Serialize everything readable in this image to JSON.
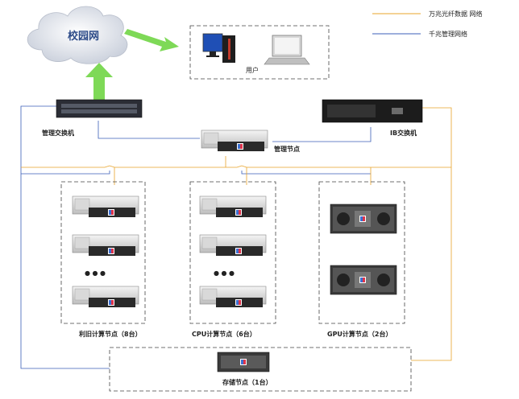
{
  "legend": {
    "fiber_network": "万兆光纤数据 网络",
    "gigabit_network": "千兆管理网络",
    "fiber_color": "#e8a42a",
    "gigabit_color": "#3b5fb8"
  },
  "cloud": {
    "label": "校园网"
  },
  "users": {
    "label": "用户"
  },
  "switches": {
    "management": "管理交换机",
    "ib": "IB交换机"
  },
  "management_node": {
    "label": "管理节点"
  },
  "groups": {
    "legacy": "利旧计算节点（8台）",
    "cpu": "CPU计算节点（6台）",
    "gpu": "GPU计算节点（2台）",
    "storage": "存储节点（1台）"
  },
  "ellipsis": "● ● ●",
  "colors": {
    "arrow_green": "#7ed957",
    "cloud_fill": "#e4e8f0"
  }
}
